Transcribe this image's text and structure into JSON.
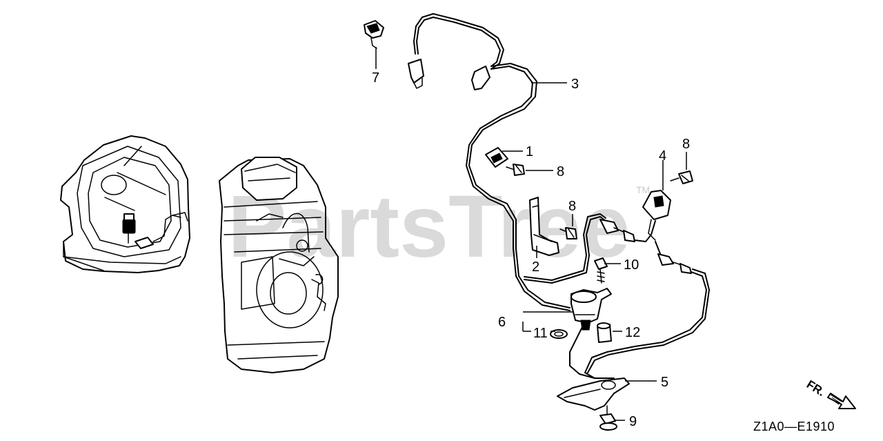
{
  "watermark": {
    "text": "PartsTree",
    "mark": "TM"
  },
  "diagram_code": "Z1A0—E1910",
  "direction_label": "FR.",
  "callouts": [
    {
      "id": "c7",
      "label": "7"
    },
    {
      "id": "c3",
      "label": "3"
    },
    {
      "id": "c1",
      "label": "1"
    },
    {
      "id": "c8a",
      "label": "8"
    },
    {
      "id": "c8b",
      "label": "8"
    },
    {
      "id": "c8c",
      "label": "8"
    },
    {
      "id": "c4",
      "label": "4"
    },
    {
      "id": "c2",
      "label": "2"
    },
    {
      "id": "c10",
      "label": "10"
    },
    {
      "id": "c6",
      "label": "6"
    },
    {
      "id": "c11",
      "label": "11"
    },
    {
      "id": "c12",
      "label": "12"
    },
    {
      "id": "c5",
      "label": "5"
    },
    {
      "id": "c9",
      "label": "9"
    }
  ],
  "icons": {
    "direction_arrow": "arrow-down-right-icon"
  }
}
